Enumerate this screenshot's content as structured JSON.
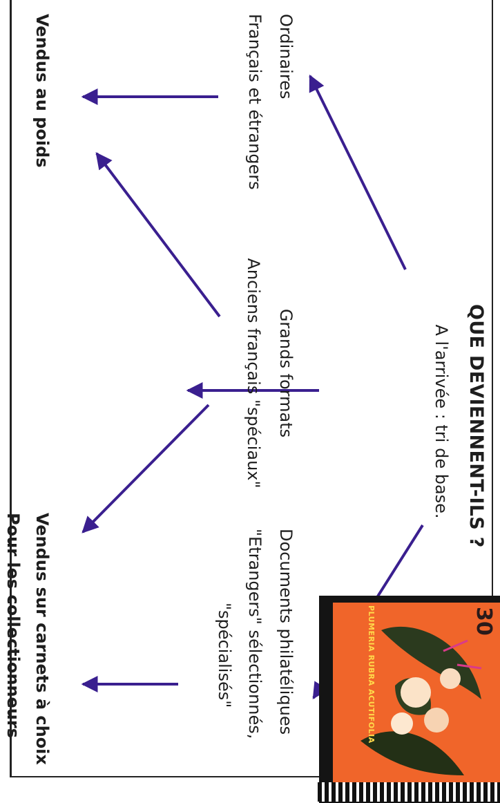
{
  "title": "QUE DEVIENNENT-ILS ?",
  "subtitle": "A l'arrivée : tri de base.",
  "categories": {
    "left": {
      "line1": "Ordinaires",
      "line2": "Français et étrangers"
    },
    "center": {
      "line1": "Grands formats",
      "line2": "Anciens français \"spéciaux\""
    },
    "right": {
      "line1": "Documents philatéliques",
      "line2": "\"Etrangers\" sélectionnés,",
      "line3": "\"spécialisés\""
    }
  },
  "outcomes": {
    "left": "Vendus au poids",
    "right_line1": "Vendus sur carnets à choix",
    "right_line2": "Pour les collectionneurs"
  },
  "stamp": {
    "caption": "PLUMERIA RUBRA ACUTIFOLIA",
    "value": "30"
  },
  "colors": {
    "arrow": "#3a1f8f",
    "text": "#1e1e1e",
    "stamp_background": "#f0652a"
  }
}
